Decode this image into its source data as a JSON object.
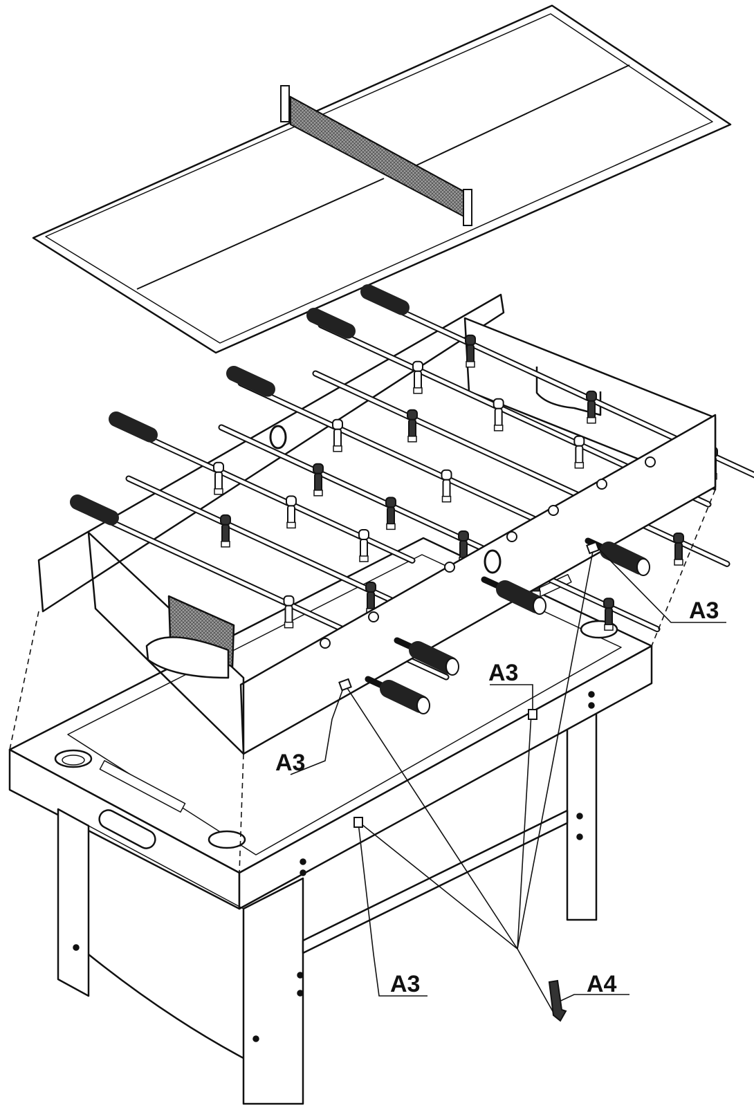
{
  "callouts": [
    {
      "id": "a3-right",
      "label": "A3"
    },
    {
      "id": "a3-leg",
      "label": "A3"
    },
    {
      "id": "a3-front",
      "label": "A3"
    },
    {
      "id": "a3-bottom",
      "label": "A3"
    },
    {
      "id": "a4",
      "label": "A4"
    }
  ],
  "colors": {
    "line": "#111111",
    "paper": "#ffffff",
    "net": "#777777",
    "grip": "#222222"
  }
}
